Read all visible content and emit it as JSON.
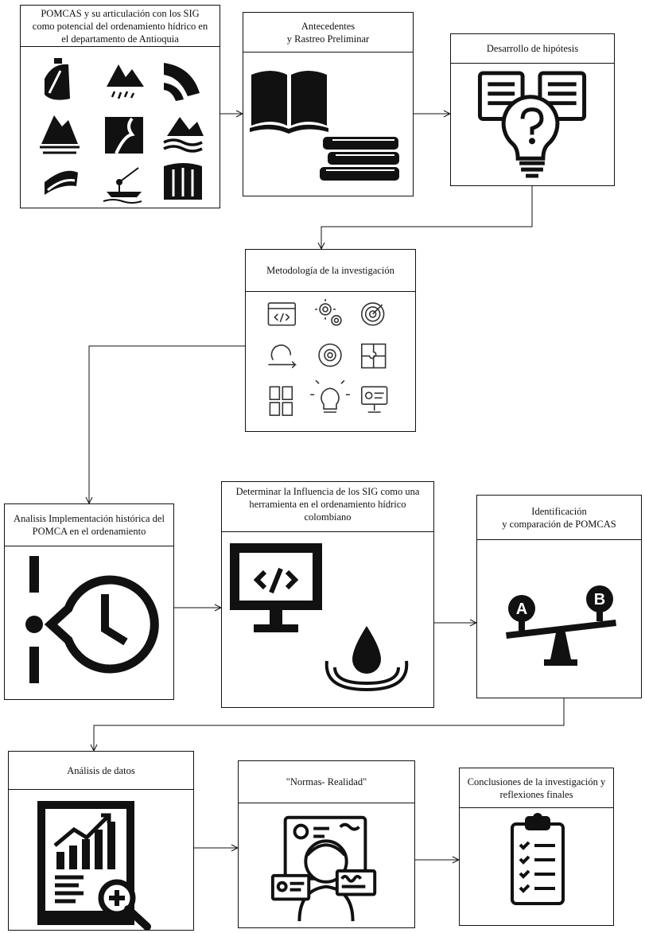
{
  "steps": [
    {
      "id": "pomcas",
      "lines": [
        "POMCAS y su articulación con los SIG",
        "como potencial del ordenamiento hídrico en",
        "el departamento de Antioquia"
      ],
      "icon": "landscape-icons-grid"
    },
    {
      "id": "antecedentes",
      "lines": [
        "Antecedentes",
        "y Rastreo Preliminar"
      ],
      "icon": "books-icon"
    },
    {
      "id": "hipotesis",
      "lines": [
        "Desarrollo de hipótesis"
      ],
      "icon": "idea-bulb-icon"
    },
    {
      "id": "metodologia",
      "lines": [
        "Metodología de la investigación"
      ],
      "icon": "methodology-icons-grid"
    },
    {
      "id": "analisis-historico",
      "lines": [
        "Analisis Implementación histórica del",
        "POMCA en el ordenamiento"
      ],
      "icon": "timeline-clock-icon"
    },
    {
      "id": "influencia-sig",
      "lines": [
        "Determinar la Influencia de los SIG como una",
        "herramienta en el ordenamiento hídrico",
        "colombiano"
      ],
      "icon": "code-monitor-water-icon"
    },
    {
      "id": "identificacion",
      "lines": [
        "Identificación",
        "y comparación de POMCAS"
      ],
      "icon": "balance-ab-icon"
    },
    {
      "id": "analisis-datos",
      "lines": [
        "Análisis de datos"
      ],
      "icon": "data-analysis-icon"
    },
    {
      "id": "normas",
      "lines": [
        "\"Normas- Realidad\""
      ],
      "icon": "person-documents-icon"
    },
    {
      "id": "conclusiones",
      "lines": [
        "Conclusiones de la investigación y",
        "reflexiones finales"
      ],
      "icon": "clipboard-checklist-icon"
    }
  ]
}
